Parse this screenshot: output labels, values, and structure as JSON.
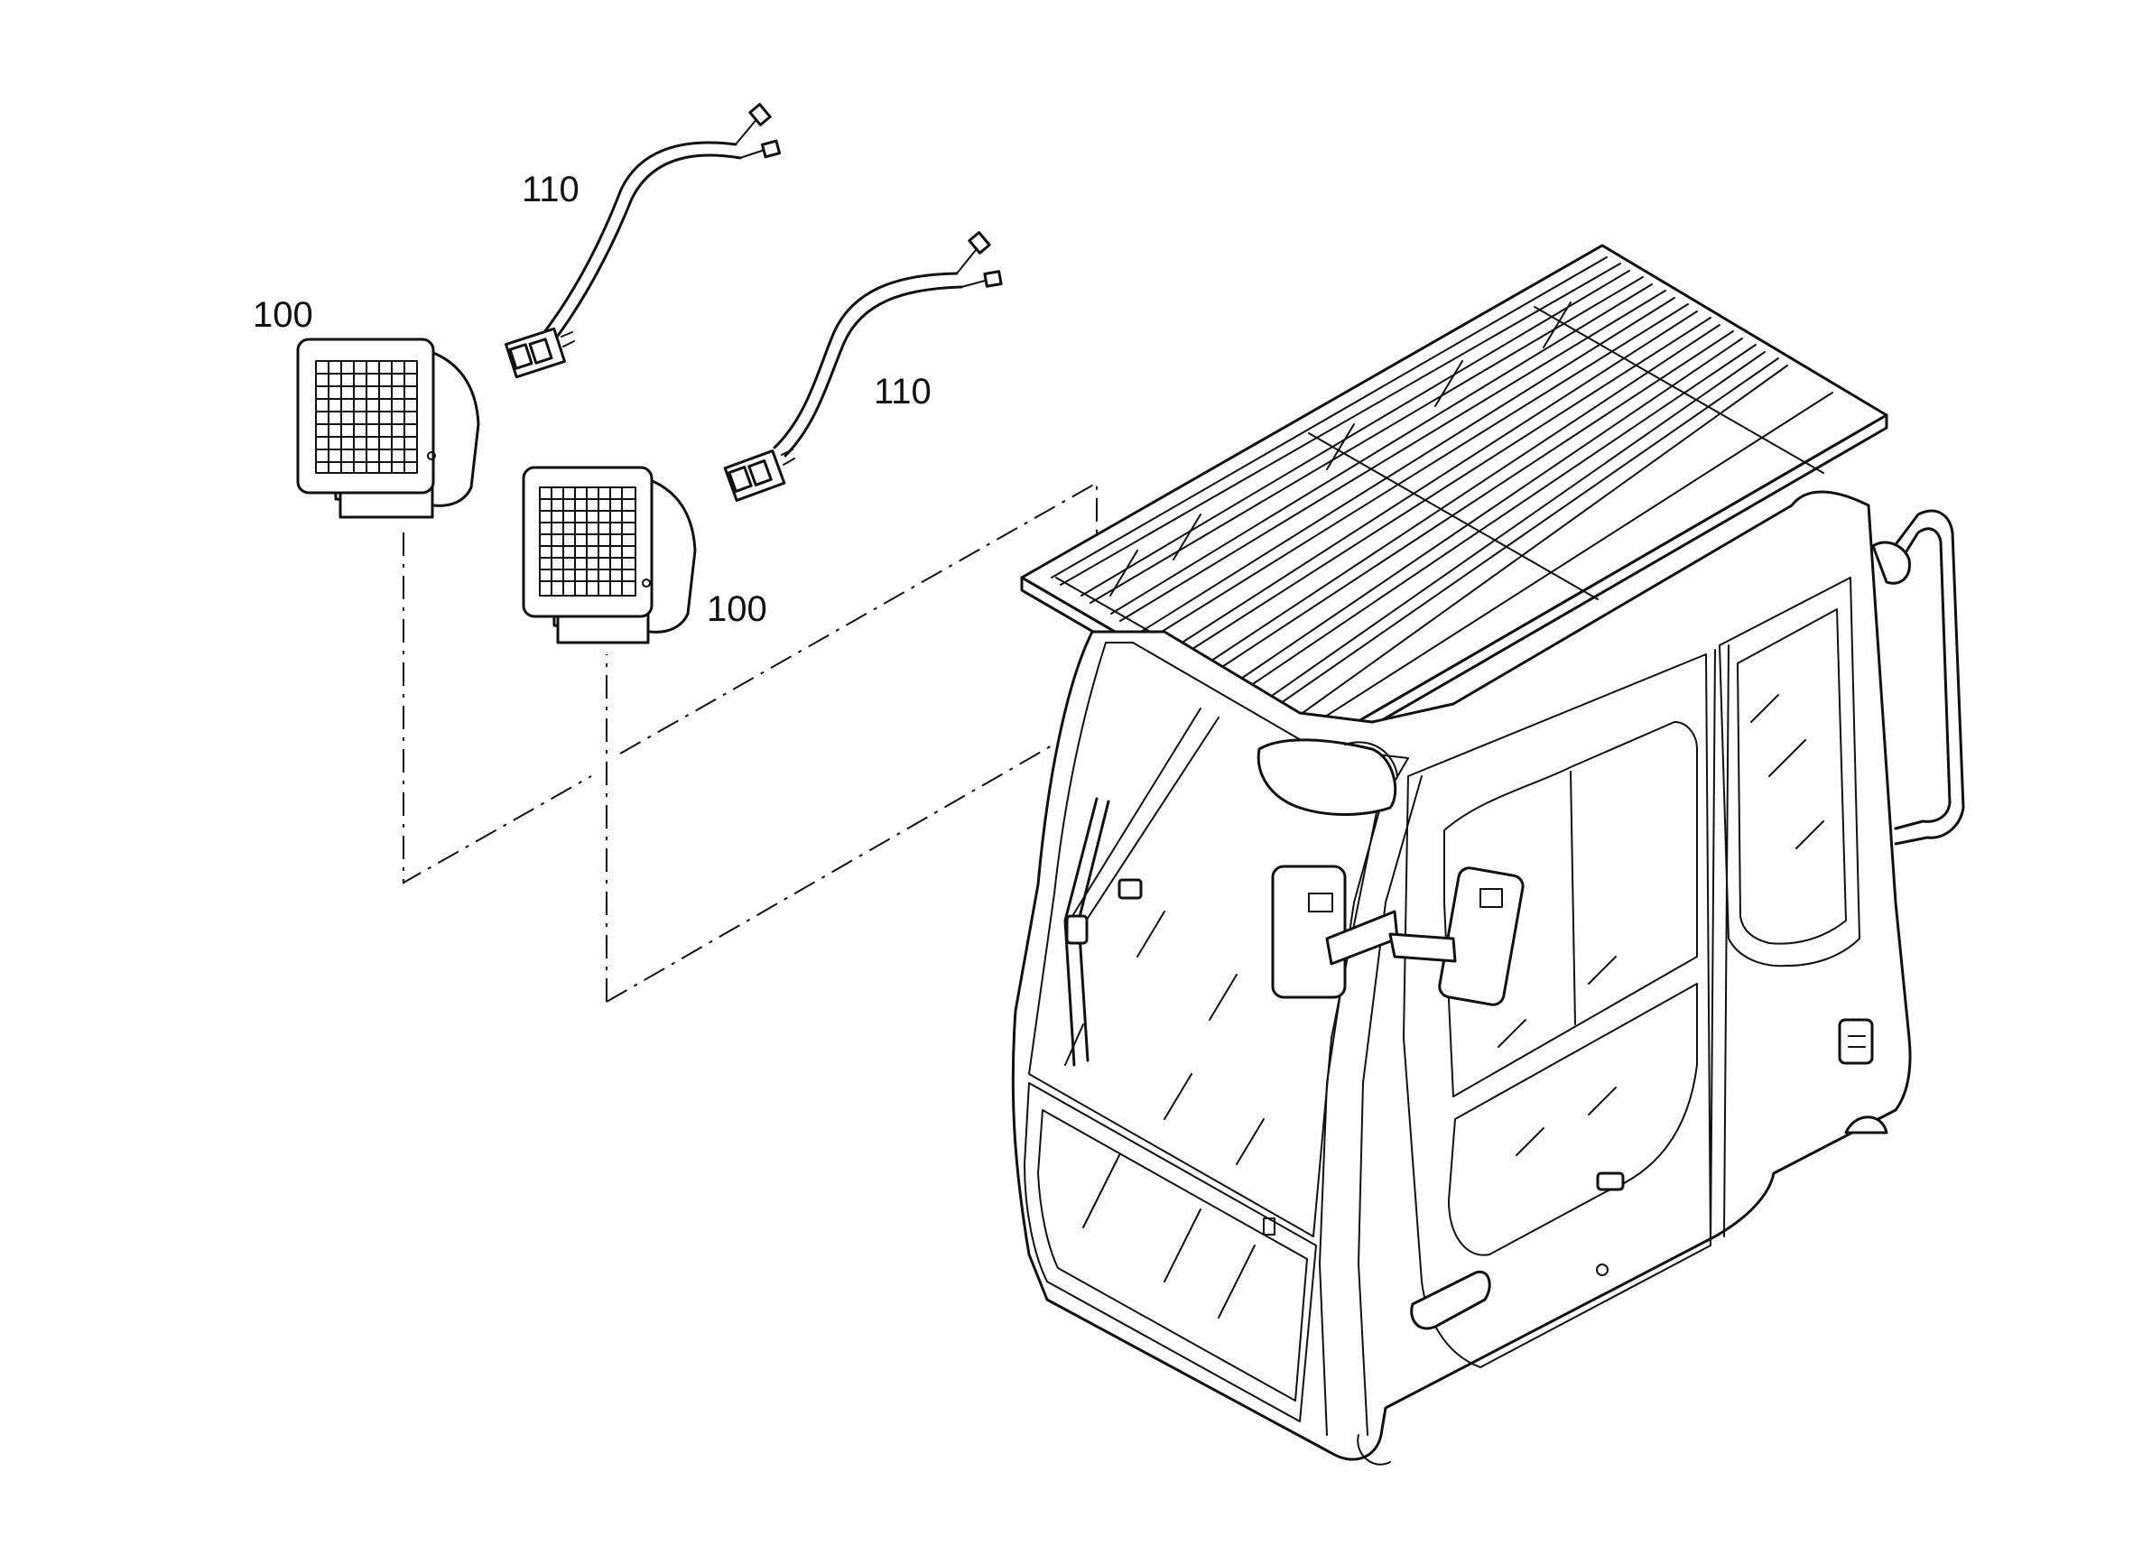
{
  "callouts": {
    "lamp_left": "100",
    "lamp_right": "100",
    "harness_left": "110",
    "harness_right": "110"
  },
  "icons": {
    "work-lamp": "work-lamp-icon",
    "wire-harness": "wire-harness-icon",
    "operator-cab": "excavator-cab-icon"
  }
}
